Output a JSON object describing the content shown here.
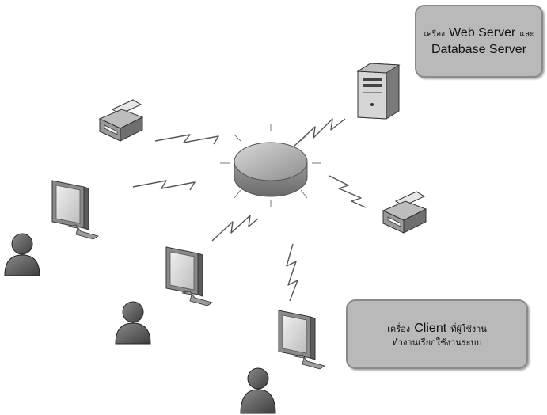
{
  "server_callout": {
    "prefix": "เครื่อง",
    "word_web_server": "Web Server",
    "conj": "และ",
    "line2": "Database Server"
  },
  "client_callout": {
    "prefix": "เครื่อง",
    "word_client": "Client",
    "suffix": "ที่ผู้ใช้งาน",
    "line2": "ทำงานเรียกใช้งานระบบ"
  },
  "nodes": [
    {
      "kind": "server-tower",
      "icon": "server-icon"
    },
    {
      "kind": "printer",
      "icon": "printer-icon"
    },
    {
      "kind": "printer",
      "icon": "printer-icon"
    },
    {
      "kind": "monitor",
      "icon": "monitor-icon"
    },
    {
      "kind": "monitor",
      "icon": "monitor-icon"
    },
    {
      "kind": "monitor",
      "icon": "monitor-icon"
    },
    {
      "kind": "user",
      "icon": "user-icon"
    },
    {
      "kind": "user",
      "icon": "user-icon"
    },
    {
      "kind": "user",
      "icon": "user-icon"
    }
  ],
  "hub": {
    "icon": "network-hub-icon"
  },
  "links": {
    "icon": "wireless-lightning-icon",
    "count": 6
  },
  "colors": {
    "callout_fill": "#b9b9b9",
    "callout_border": "#8a8a8a",
    "icon_gray": "#8f8f8f",
    "user_gray": "#5a5a5a"
  }
}
